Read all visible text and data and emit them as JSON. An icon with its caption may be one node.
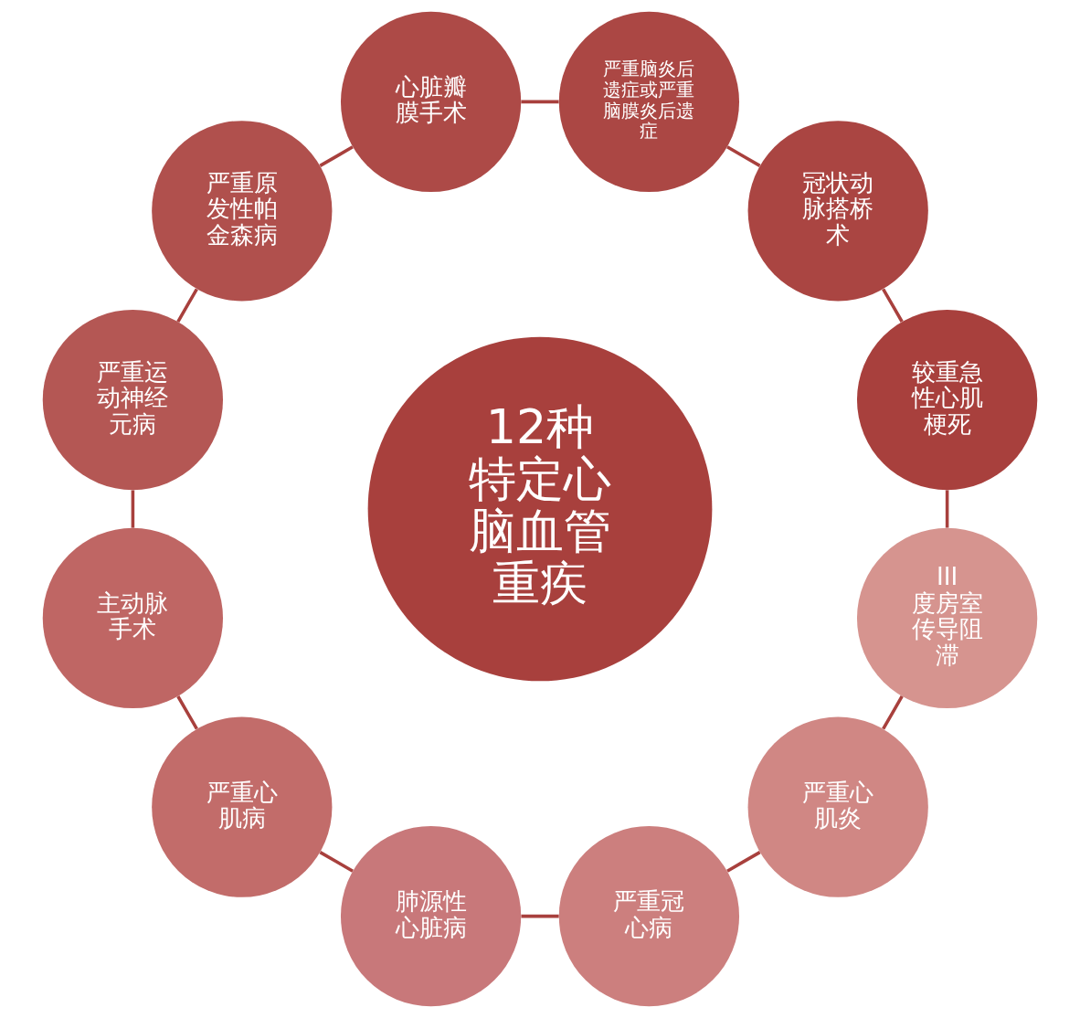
{
  "diagram": {
    "nodes": [
      {
        "text": [
          "12种特定心脑血管重疾"
        ]
      },
      {
        "text": [
          "较重急性心肌梗死"
        ]
      },
      {
        "text": [
          "冠状动脉搭桥术"
        ]
      },
      {
        "text": [
          "严重脑炎后遗症或严重脑膜炎后遗症"
        ]
      },
      {
        "text": [
          "心脏瓣膜手术"
        ]
      },
      {
        "text": [
          "严重原发性帕金森病"
        ]
      },
      {
        "text": [
          "严重运动神经元病"
        ]
      },
      {
        "text": [
          "主动脉手术"
        ]
      },
      {
        "text": [
          "严重心肌病"
        ]
      },
      {
        "text": [
          "肺源性心脏病"
        ]
      },
      {
        "text": [
          "严重冠心病"
        ]
      },
      {
        "text": [
          "严重心肌炎"
        ]
      },
      {
        "text": [
          "III度房室传导阻滞"
        ]
      }
    ],
    "edges": [
      {
        "from": 1,
        "to": 2,
        "arrow": "none"
      },
      {
        "from": 2,
        "to": 3,
        "arrow": "none"
      },
      {
        "from": 3,
        "to": 4,
        "arrow": "none"
      },
      {
        "from": 4,
        "to": 5,
        "arrow": "none"
      },
      {
        "from": 5,
        "to": 6,
        "arrow": "none"
      },
      {
        "from": 6,
        "to": 7,
        "arrow": "none"
      },
      {
        "from": 7,
        "to": 8,
        "arrow": "none"
      },
      {
        "from": 8,
        "to": 9,
        "arrow": "none"
      },
      {
        "from": 9,
        "to": 10,
        "arrow": "none"
      },
      {
        "from": 10,
        "to": 11,
        "arrow": "none"
      },
      {
        "from": 11,
        "to": 12,
        "arrow": "none"
      },
      {
        "from": 12,
        "to": 1,
        "arrow": "none"
      }
    ]
  }
}
